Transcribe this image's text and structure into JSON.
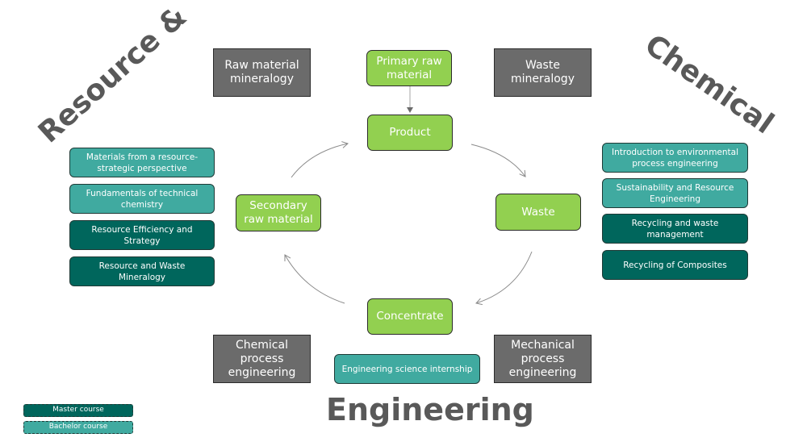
{
  "headings": {
    "left": "Resource &",
    "right": "Chemical",
    "bottom": "Engineering"
  },
  "cycle": {
    "primary": "Primary raw material",
    "product": "Product",
    "waste": "Waste",
    "concentrate": "Concentrate",
    "secondary": "Secondary raw material"
  },
  "disciplines": {
    "raw_material_mineralogy": "Raw material mineralogy",
    "waste_mineralogy": "Waste mineralogy",
    "chemical_process_engineering": "Chemical process engineering",
    "mechanical_process_engineering": "Mechanical process engineering"
  },
  "left_courses": [
    {
      "label": "Materials from a resource-strategic perspective",
      "type": "bachelor"
    },
    {
      "label": "Fundamentals of technical chemistry",
      "type": "bachelor"
    },
    {
      "label": "Resource Efficiency and Strategy",
      "type": "master"
    },
    {
      "label": "Resource and Waste Mineralogy",
      "type": "master"
    }
  ],
  "right_courses": [
    {
      "label": "Introduction to environmental process engineering",
      "type": "bachelor"
    },
    {
      "label": "Sustainability and Resource Engineering",
      "type": "bachelor"
    },
    {
      "label": "Recycling and waste management",
      "type": "master"
    },
    {
      "label": "Recycling of Composites",
      "type": "master"
    }
  ],
  "bottom_course": {
    "label": "Engineering science internship",
    "type": "bachelor"
  },
  "legend": {
    "master": "Master course",
    "bachelor": "Bachelor course"
  },
  "colors": {
    "cycle_green": "#92d050",
    "discipline_gray": "#6b6b6b",
    "bachelor_teal": "#40aaa0",
    "master_teal": "#00665c",
    "heading_gray": "#595959"
  }
}
